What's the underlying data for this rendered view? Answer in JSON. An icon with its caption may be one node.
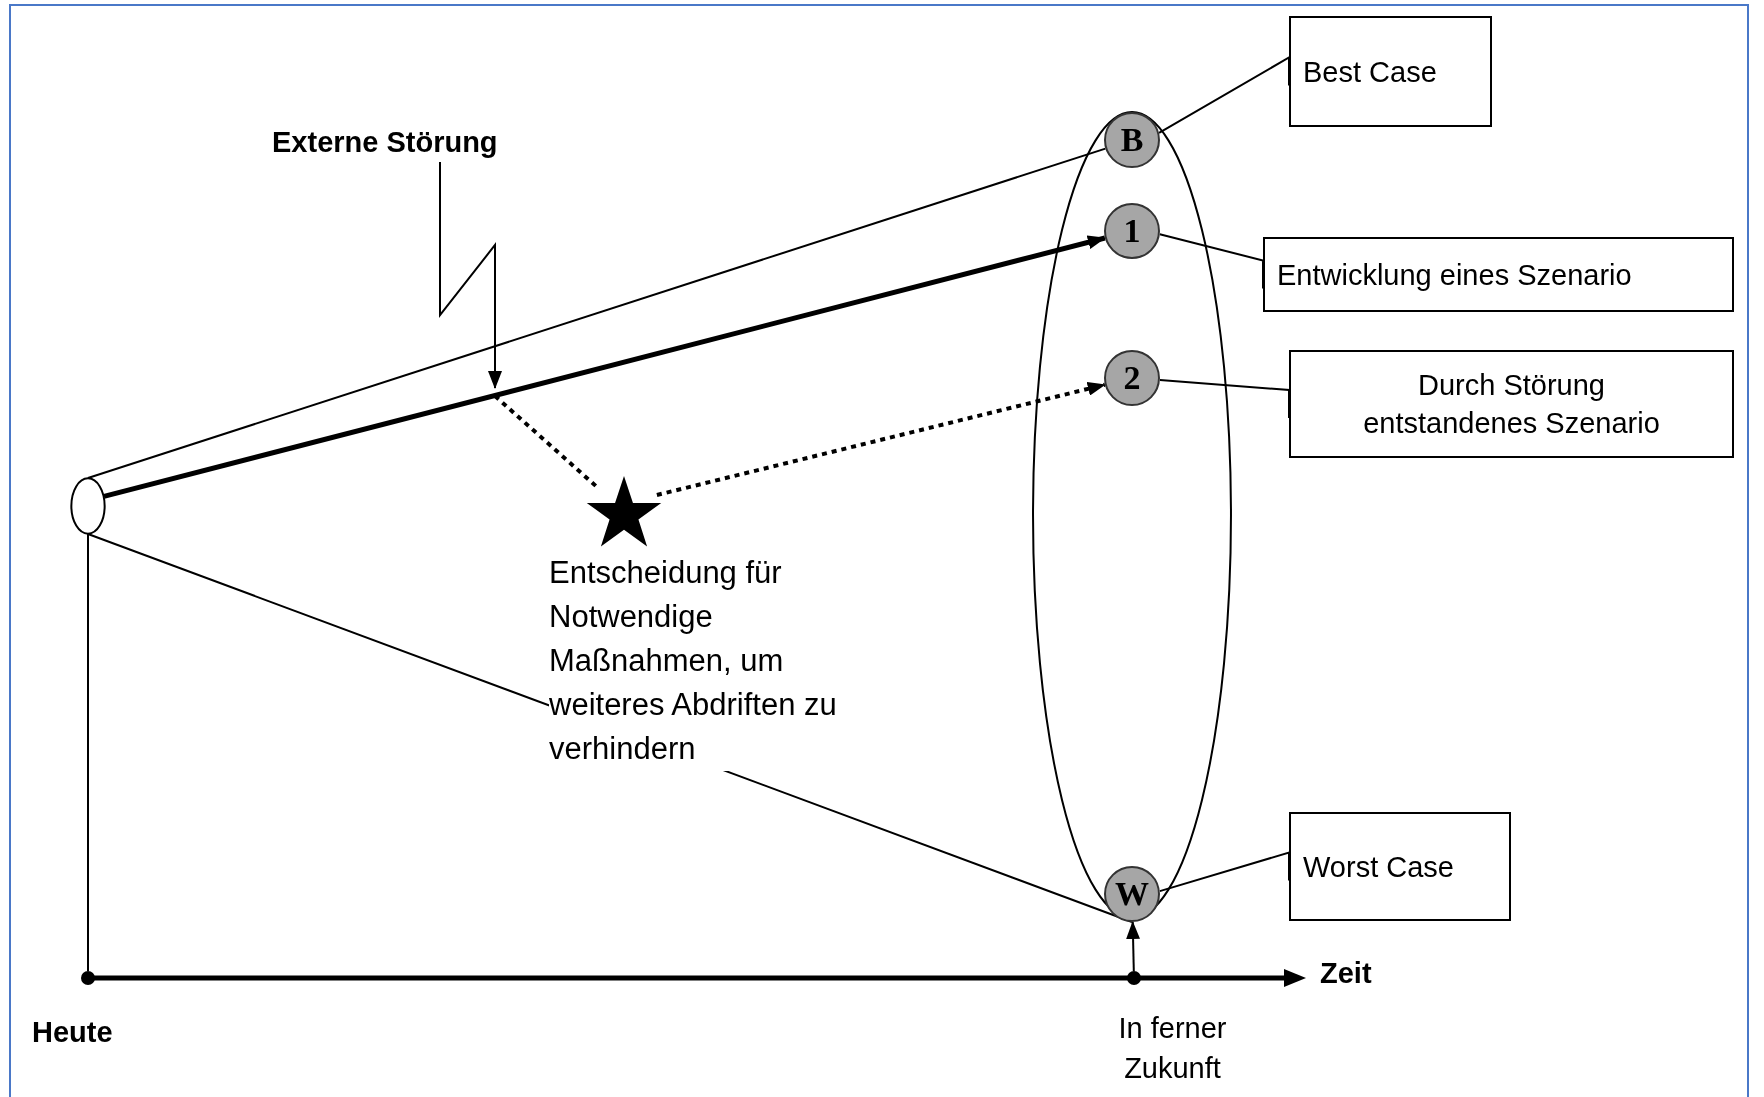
{
  "diagram": {
    "nodes": [
      {
        "text": [
          "Externe Störung"
        ]
      },
      {
        "text": [
          "Best Case"
        ]
      },
      {
        "text": [],
        "shape": "ellipse"
      },
      {
        "text": [
          "B"
        ],
        "in": 2
      },
      {
        "text": [
          "1"
        ],
        "in": 2
      },
      {
        "text": [
          "Entwicklung eines Szenario"
        ]
      },
      {
        "text": [
          "2"
        ],
        "in": 2
      },
      {
        "text": [
          "Durch Störung entstandenes Szenario"
        ]
      },
      {
        "text": [],
        "shape": "ellipse"
      },
      {
        "text": [],
        "shape": "star",
        "beside": [
          "Entscheidung für Notwendige Maßnahmen, um weiteres Abdriften zu verhindern"
        ]
      },
      {
        "text": [
          "W"
        ],
        "in": 2
      },
      {
        "text": [
          "Worst Case"
        ]
      },
      {
        "text": [],
        "shape": "dot",
        "beside": [
          "Heute"
        ]
      },
      {
        "text": [],
        "shape": "dot",
        "beside": [
          "In ferner Zukunft"
        ]
      }
    ],
    "edges": [
      {
        "from": 8,
        "to": 3,
        "arrow": "none"
      },
      {
        "from": 8,
        "to": 10,
        "arrow": "none"
      },
      {
        "from": 8,
        "to": 4,
        "arrow": "to",
        "style": "thick"
      },
      {
        "from": 0,
        "to": null,
        "arrow": "to"
      },
      {
        "from": null,
        "to": 9,
        "arrow": "none",
        "style": "dashed"
      },
      {
        "from": 9,
        "to": 6,
        "arrow": "to",
        "style": "dashed"
      },
      {
        "from": 1,
        "to": 3,
        "arrow": "none"
      },
      {
        "from": 5,
        "to": 4,
        "arrow": "none"
      },
      {
        "from": 7,
        "to": 6,
        "arrow": "none"
      },
      {
        "from": 11,
        "to": 10,
        "arrow": "none"
      },
      {
        "from": 8,
        "to": 12,
        "arrow": "none"
      },
      {
        "from": 13,
        "to": 10,
        "arrow": "to"
      }
    ],
    "labels": [
      "Zeit"
    ]
  }
}
